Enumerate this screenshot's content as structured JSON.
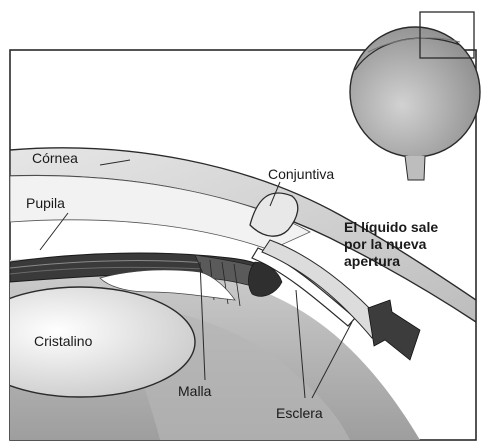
{
  "labels": {
    "cornea": "Córnea",
    "conjunctiva": "Conjuntiva",
    "pupil": "Pupila",
    "lens": "Cristalino",
    "mesh": "Malla",
    "sclera": "Esclera",
    "fluid_exit": [
      "El líquido sale",
      "por la nueva",
      "apertura"
    ]
  },
  "icons": {
    "eyeball_inset": "eyeball-inset-icon",
    "fluid_arrow": "fluid-flow-arrow-icon"
  },
  "colors": {
    "outline": "#2a2a2a",
    "iris_dark": "#3a3a3a",
    "tissue_light": "#d9d9d9",
    "tissue_mid": "#a8a8a8",
    "arrow": "#3c3c3c"
  }
}
